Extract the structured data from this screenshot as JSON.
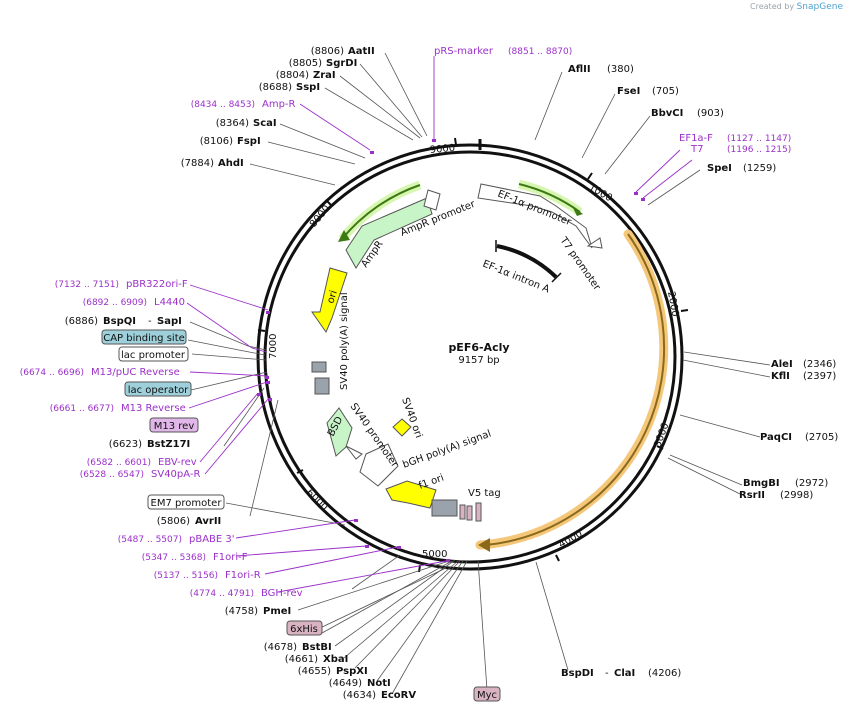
{
  "credit": {
    "prefix": "Created by",
    "brand": "SnapGene"
  },
  "plasmid": {
    "name": "pEF6-Acly",
    "size_label": "9157 bp"
  },
  "ticks": [
    "1000",
    "2000",
    "3000",
    "4000",
    "5000",
    "6000",
    "7000",
    "8000",
    "9000"
  ],
  "sites": [
    {
      "id": "aatii",
      "name": "AatII",
      "pos": "(8806)"
    },
    {
      "id": "sgrdi",
      "name": "SgrDI",
      "pos": "(8805)"
    },
    {
      "id": "zrai",
      "name": "ZraI",
      "pos": "(8804)"
    },
    {
      "id": "sspi",
      "name": "SspI",
      "pos": "(8688)"
    },
    {
      "id": "scai",
      "name": "ScaI",
      "pos": "(8364)"
    },
    {
      "id": "fspi",
      "name": "FspI",
      "pos": "(8106)"
    },
    {
      "id": "ahdi",
      "name": "AhdI",
      "pos": "(7884)"
    },
    {
      "id": "bspqi",
      "name": "BspQI",
      "name2": "SapI",
      "pos": "(6886)"
    },
    {
      "id": "bstz17i",
      "name": "BstZ17I",
      "pos": "(6623)"
    },
    {
      "id": "avrii",
      "name": "AvrII",
      "pos": "(5806)"
    },
    {
      "id": "pmei",
      "name": "PmeI",
      "pos": "(4758)"
    },
    {
      "id": "bstbi",
      "name": "BstBI",
      "pos": "(4678)"
    },
    {
      "id": "xbai",
      "name": "XbaI",
      "pos": "(4661)"
    },
    {
      "id": "pspxi",
      "name": "PspXI",
      "pos": "(4655)"
    },
    {
      "id": "noti",
      "name": "NotI",
      "pos": "(4649)"
    },
    {
      "id": "ecorv",
      "name": "EcoRV",
      "pos": "(4634)"
    },
    {
      "id": "aflii",
      "name": "AflII",
      "pos": "(380)"
    },
    {
      "id": "fsei",
      "name": "FseI",
      "pos": "(705)"
    },
    {
      "id": "bbvci",
      "name": "BbvCI",
      "pos": "(903)"
    },
    {
      "id": "spei",
      "name": "SpeI",
      "pos": "(1259)"
    },
    {
      "id": "alei",
      "name": "AleI",
      "pos": "(2346)"
    },
    {
      "id": "kflI",
      "name": "KflI",
      "pos": "(2397)"
    },
    {
      "id": "paqci",
      "name": "PaqCI",
      "pos": "(2705)"
    },
    {
      "id": "bmgbi",
      "name": "BmgBI",
      "pos": "(2972)"
    },
    {
      "id": "rsrii",
      "name": "RsrII",
      "pos": "(2998)"
    },
    {
      "id": "bspdi",
      "name": "BspDI",
      "name2": "ClaI",
      "pos": "(4206)"
    }
  ],
  "primers": [
    {
      "id": "prs-marker",
      "name": "pRS-marker",
      "range": "(8851 .. 8870)"
    },
    {
      "id": "amp-r",
      "name": "Amp-R",
      "range": "(8434 .. 8453)"
    },
    {
      "id": "ef1a-f",
      "name": "EF1a-F",
      "range": "(1127 .. 1147)"
    },
    {
      "id": "t7",
      "name": "T7",
      "range": "(1196 .. 1215)"
    },
    {
      "id": "pbr322ori-f",
      "name": "pBR322ori-F",
      "range": "(7132 .. 7151)"
    },
    {
      "id": "l4440",
      "name": "L4440",
      "range": "(6892 .. 6909)"
    },
    {
      "id": "m13-puc-reverse",
      "name": "M13/pUC Reverse",
      "range": "(6674 .. 6696)"
    },
    {
      "id": "m13-reverse",
      "name": "M13 Reverse",
      "range": "(6661 .. 6677)"
    },
    {
      "id": "ebv-rev",
      "name": "EBV-rev",
      "range": "(6582 .. 6601)"
    },
    {
      "id": "sv40pa-r",
      "name": "SV40pA-R",
      "range": "(6528 .. 6547)"
    },
    {
      "id": "pbabe-3",
      "name": "pBABE 3'",
      "range": "(5487 .. 5507)"
    },
    {
      "id": "f1ori-f",
      "name": "F1ori-F",
      "range": "(5347 .. 5368)"
    },
    {
      "id": "f1ori-r",
      "name": "F1ori-R",
      "range": "(5137 .. 5156)"
    },
    {
      "id": "bgh-rev",
      "name": "BGH-rev",
      "range": "(4774 .. 4791)"
    }
  ],
  "boxed_features": [
    {
      "id": "cap-binding-site",
      "name": "CAP binding site",
      "fill": "#9ed0db"
    },
    {
      "id": "lac-promoter",
      "name": "lac promoter",
      "fill": "#ffffff"
    },
    {
      "id": "lac-operator",
      "name": "lac operator",
      "fill": "#9ed0db"
    },
    {
      "id": "m13-rev",
      "name": "M13 rev",
      "fill": "#e0b7e8"
    },
    {
      "id": "em7-promoter",
      "name": "EM7 promoter",
      "fill": "#ffffff"
    },
    {
      "id": "6xhis",
      "name": "6xHis",
      "fill": "#dab3c2"
    },
    {
      "id": "myc",
      "name": "Myc",
      "fill": "#dab3c2"
    }
  ],
  "features": [
    {
      "id": "ef1a-promoter",
      "name": "EF-1α promoter"
    },
    {
      "id": "t7-promoter",
      "name": "T7 promoter"
    },
    {
      "id": "ef1a-intron",
      "name": "EF-1α intron A"
    },
    {
      "id": "ampr",
      "name": "AmpR"
    },
    {
      "id": "ampr-promoter",
      "name": "AmpR promoter"
    },
    {
      "id": "ori",
      "name": "ori"
    },
    {
      "id": "sv40-polya",
      "name": "SV40 poly(A) signal"
    },
    {
      "id": "sv40-ori",
      "name": "SV40 ori"
    },
    {
      "id": "sv40-promoter",
      "name": "SV40 promoter"
    },
    {
      "id": "bsd",
      "name": "BSD"
    },
    {
      "id": "bgh-polya",
      "name": "bGH poly(A) signal"
    },
    {
      "id": "f1-ori",
      "name": "f1 ori"
    },
    {
      "id": "v5-tag",
      "name": "V5 tag"
    }
  ],
  "colors": {
    "enzyme": "#111111",
    "primer": "#9b30c9",
    "leader": "#555555",
    "ampr": "#c8f5c8",
    "ori": "#ffff00",
    "orf_highlight": "#f5c77a",
    "orf_stroke": "#8a6a1a"
  }
}
